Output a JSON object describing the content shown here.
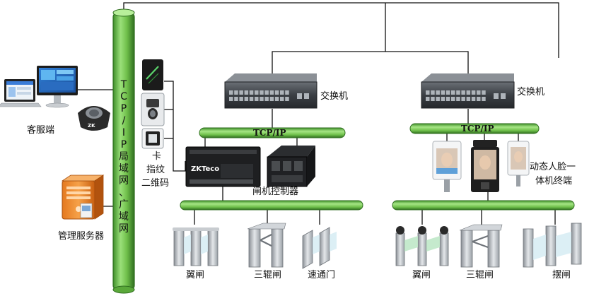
{
  "network_label_chars": [
    "T",
    "C",
    "P",
    "/",
    "I",
    "P",
    "局",
    "域",
    "网",
    "、",
    "广",
    "域",
    "网"
  ],
  "labels": {
    "client": "客服端",
    "server": "管理服务器",
    "switch_left": "交换机",
    "switch_right": "交换机",
    "bus_left": "TCP/IP",
    "bus_right": "TCP/IP",
    "card_line1": "卡",
    "card_line2": "指纹",
    "card_line3": "二维码",
    "gate_controller": "闸机控制器",
    "face_terminal_line1": "动态人脸一",
    "face_terminal_line2": "体机终端",
    "wing_gate_left": "翼闸",
    "tripod_gate_left": "三辊闸",
    "speed_gate": "速通门",
    "wing_gate_right": "翼闸",
    "tripod_gate_right": "三辊闸",
    "swing_gate": "摆闸"
  },
  "device_brand": "ZKTeco",
  "colors": {
    "pipe_green": "#6fbf4a",
    "pipe_dark": "#2f6e1f",
    "line": "#111111"
  }
}
